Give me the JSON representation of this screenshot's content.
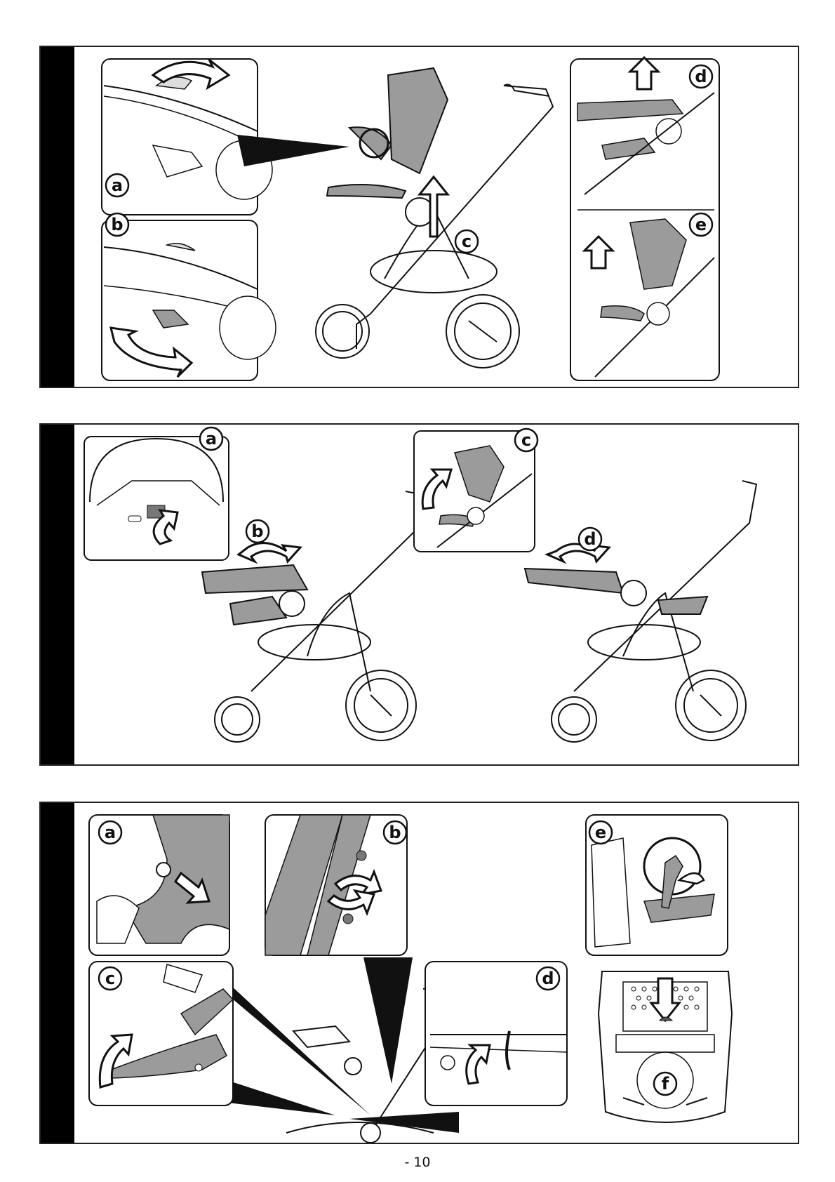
{
  "panels": [
    {
      "id": "panel-1",
      "step_labels": [
        "a",
        "b",
        "c",
        "d",
        "e"
      ]
    },
    {
      "id": "panel-2",
      "step_labels": [
        "a",
        "b",
        "c",
        "d"
      ]
    },
    {
      "id": "panel-3",
      "step_labels": [
        "a",
        "b",
        "c",
        "d",
        "e",
        "f"
      ]
    }
  ],
  "footer": {
    "page_number": "- 10"
  },
  "colors": {
    "fabric": "#9b9b9b",
    "line": "#111111",
    "band": "#000000"
  }
}
